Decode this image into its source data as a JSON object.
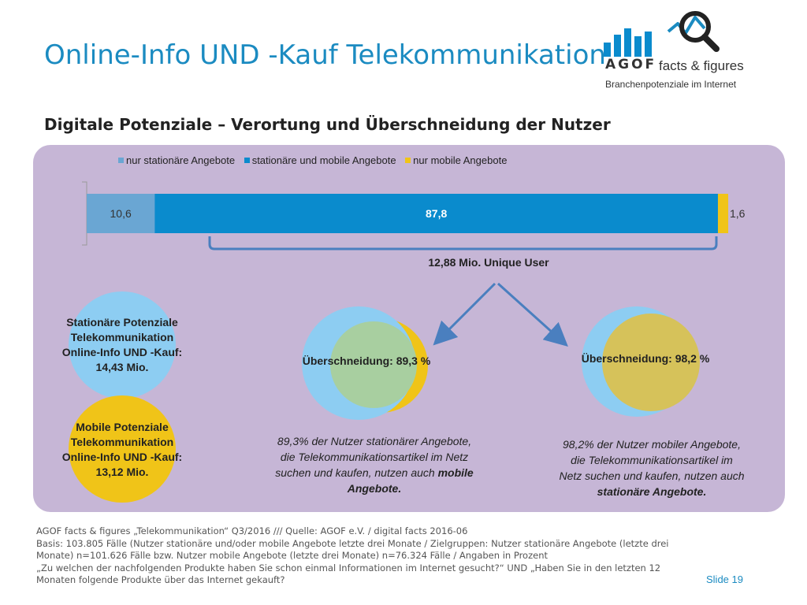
{
  "title": "Online-Info UND -Kauf Telekommunikation",
  "logo": {
    "word": "AGOF",
    "tagline": "facts & figures",
    "sub": "Branchenpotenziale im Internet"
  },
  "subtitle": "Digitale Potenziale – Verortung und Überschneidung der Nutzer",
  "chart_data": {
    "type": "bar",
    "orientation": "horizontal-stacked",
    "categories": [
      ""
    ],
    "series": [
      {
        "name": "nur stationäre Angebote",
        "values": [
          10.6
        ],
        "label": "10,6",
        "color": "#6aa6d3"
      },
      {
        "name": "stationäre und mobile Angebote",
        "values": [
          87.8
        ],
        "label": "87,8",
        "color": "#0a8bcd"
      },
      {
        "name": "nur mobile Angebote",
        "values": [
          1.6
        ],
        "label": "1,6",
        "color": "#f0c418"
      }
    ],
    "xlim": [
      0,
      100
    ],
    "legend": "top"
  },
  "bracket_label": "12,88 Mio. Unique User",
  "circles": {
    "stationary": [
      "Stationäre Potenziale",
      "Telekommunikation",
      "Online-Info UND -Kauf:",
      "14,43 Mio."
    ],
    "mobile": [
      "Mobile Potenziale",
      "Telekommunikation",
      "Online-Info UND -Kauf:",
      "13,12 Mio."
    ],
    "overlap1": "Überschneidung: 89,3 %",
    "overlap2": "Überschneidung: 98,2 %"
  },
  "notes": {
    "left": {
      "l1": "89,3% der Nutzer stationärer Angebote,",
      "l2": "die Telekommunikationsartikel im Netz",
      "l3_plain": "suchen und kaufen, nutzen auch ",
      "l3_bold": "mobile",
      "l4_bold": "Angebote."
    },
    "right": {
      "l1": "98,2% der Nutzer mobiler Angebote,",
      "l2": "die Telekommunikationsartikel im",
      "l3": "Netz suchen und kaufen, nutzen auch",
      "l4_bold": "stationäre Angebote."
    }
  },
  "colors": {
    "panel": "#c6b6d6",
    "light_blue": "#8dcdf2",
    "yellow": "#f0c418",
    "green_overlap": "#a8cfa0",
    "olive_overlap": "#d6c25a",
    "arrow": "#4a7fbf"
  },
  "footer": [
    "AGOF facts & figures „Telekommunikation“ Q3/2016 /// Quelle: AGOF e.V. / digital facts 2016-06",
    "Basis: 103.805 Fälle (Nutzer stationäre und/oder mobile Angebote letzte drei Monate / Zielgruppen: Nutzer stationäre Angebote (letzte drei",
    "Monate) n=101.626 Fälle bzw. Nutzer mobile Angebote (letzte drei Monate) n=76.324 Fälle / Angaben in Prozent",
    "„Zu welchen der nachfolgenden Produkte haben Sie schon einmal Informationen im Internet gesucht?“ UND „Haben Sie in den letzten 12",
    "Monaten folgende Produkte über das Internet gekauft?"
  ],
  "slide": "Slide 19"
}
